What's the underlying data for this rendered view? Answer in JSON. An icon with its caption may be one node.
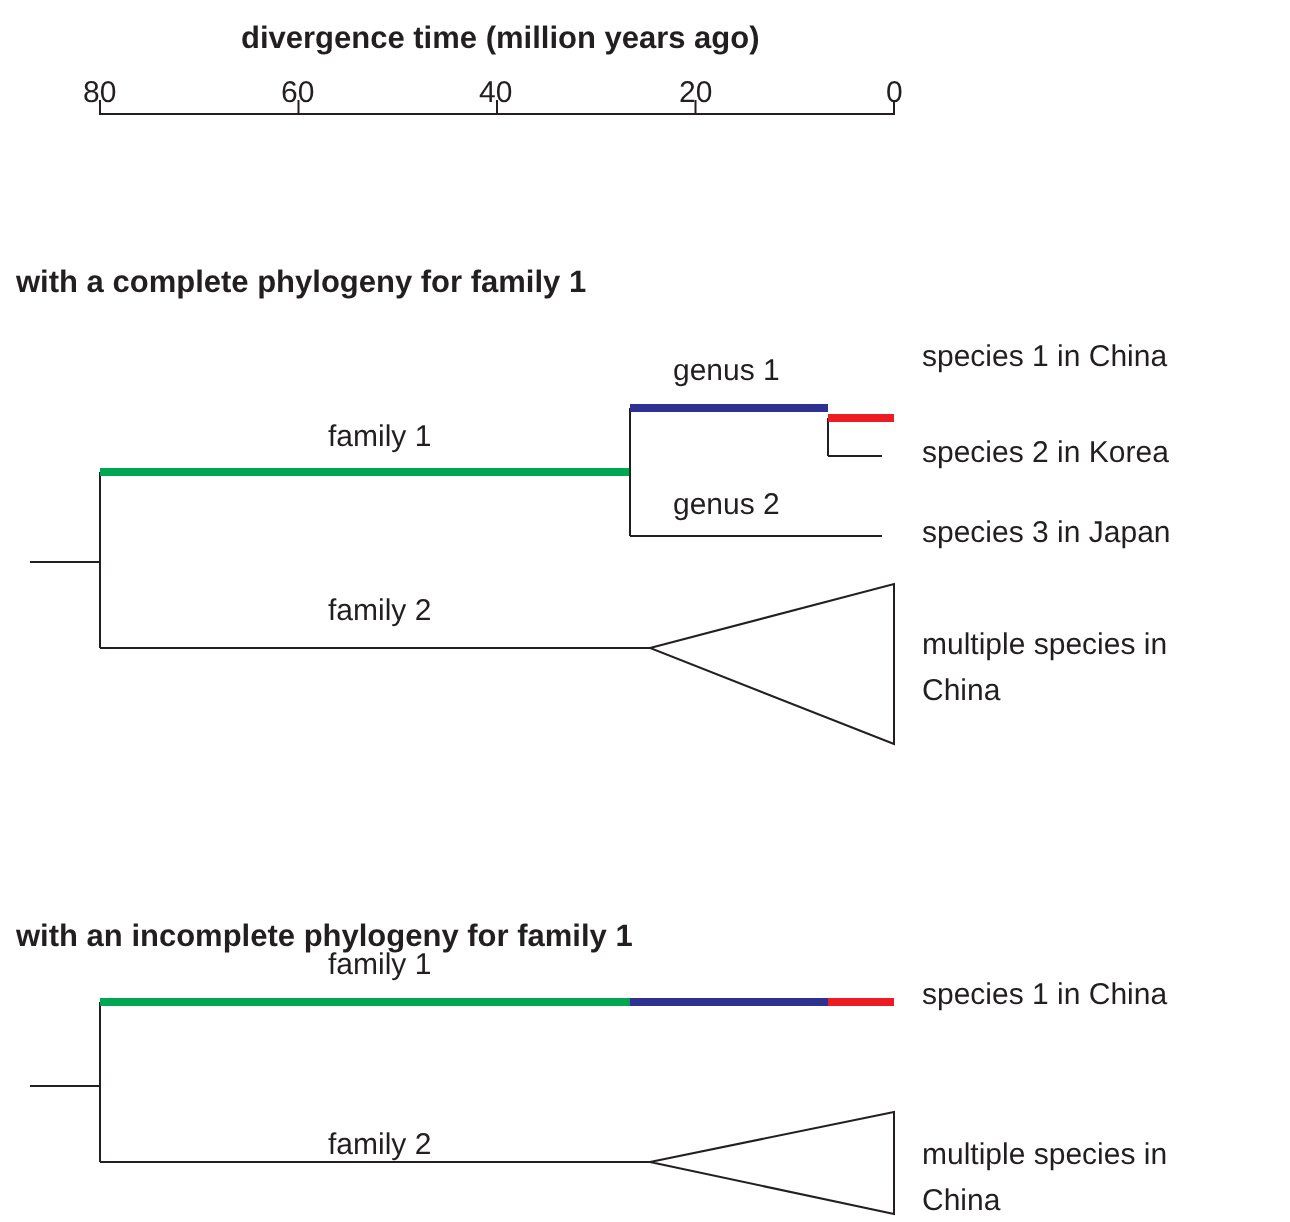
{
  "diagram": {
    "labels": [
      "divergence time (million years ago)",
      "80",
      "60",
      "40",
      "20",
      "0",
      "with a complete phylogeny for family 1",
      "genus 1",
      "species 1 in China",
      "family 1",
      "species 2 in Korea",
      "genus 2",
      "species 3 in Japan",
      "family 2",
      "multiple species in China",
      "with an incomplete phylogeny for family 1",
      "family 1",
      "species 1 in China",
      "family 2",
      "multiple species in China"
    ]
  }
}
